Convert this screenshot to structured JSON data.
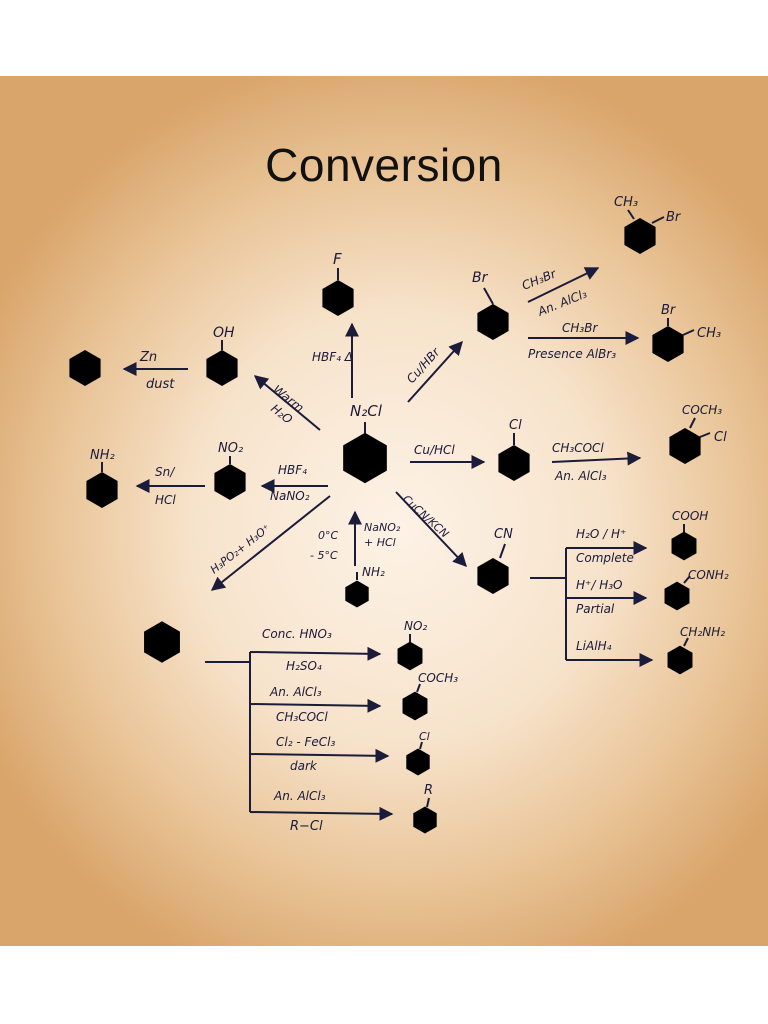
{
  "title": "Conversion",
  "colors": {
    "ink": "#1b1b3a",
    "paper": "#f7e3cb"
  },
  "center": {
    "label": "N₂Cl"
  },
  "products": {
    "fluoro": "F",
    "phenol": "OH",
    "nitro": "NO₂",
    "aniline": "NH₂",
    "bromo": "Br",
    "chloro": "Cl",
    "cyano": "CN",
    "methyl_bromo_a": "CH₃",
    "methyl_bromo_b": "Br",
    "methyl_bromo_c": "Br",
    "methyl_bromo_d": "CH₃",
    "acetyl": "COCH₃",
    "acetyl_cl": "Cl",
    "acid": "COOH",
    "amide": "CONH₂",
    "amine": "CH₂NH₂",
    "anilinium_from": "NH₂",
    "benz_nitro": "NO₂",
    "benz_acetyl": "COCH₃",
    "benz_chloro": "Cl",
    "benz_alkyl": "R"
  },
  "reagents": {
    "hbf4_delta": "HBF₄  Δ",
    "warm_h2o_1": "Warm",
    "warm_h2o_2": "H₂O",
    "zn_dust_1": "Zn",
    "zn_dust_2": "dust",
    "cu_hbr": "Cu/HBr",
    "cu_hcl": "Cu/HCl",
    "ch3br": "CH₃Br",
    "an_alcl3_1": "An. AlCl₃",
    "ch3br_2": "CH₃Br",
    "presence_albr3": "Presence AlBr₃",
    "ch3cocl": "CH₃COCl",
    "an_alcl3_2": "An. AlCl₃",
    "hbf4_nano2_1": "HBF₄",
    "hbf4_nano2_2": "NaNO₂",
    "sn_hcl_1": "Sn/",
    "sn_hcl_2": "HCl",
    "cucn_kcn": "CuCN/KCN",
    "h3po2_h3o": "H₃PO₂+ H₃O⁺",
    "temp_1": "0°C",
    "temp_2": "- 5°C",
    "nano2_hcl_1": "NaNO₂",
    "nano2_hcl_2": "+ HCl",
    "h2o_h": "H₂O / H⁺",
    "complete": "Complete",
    "h_h3o": "H⁺/ H₃O",
    "partial": "Partial",
    "lialh4": "LiAlH₄",
    "conc_hno3": "Conc. HNO₃",
    "h2so4": "H₂SO₄",
    "an_alcl3_3": "An. AlCl₃",
    "ch3cocl_2": "CH₃COCl",
    "cl2_fecl3": "Cl₂ - FeCl₃",
    "dark": "dark",
    "an_alcl3_4": "An. AlCl₃",
    "r_cl": "R−Cl"
  }
}
